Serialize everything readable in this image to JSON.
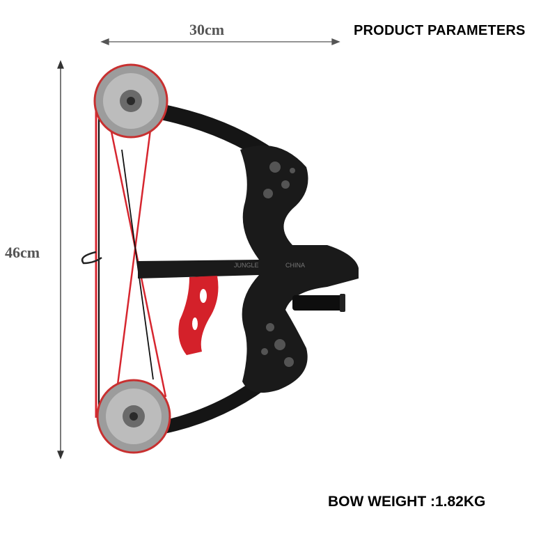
{
  "heading": "PRODUCT PARAMETERS",
  "dimensions": {
    "width": "30cm",
    "height": "46cm"
  },
  "bow_weight": "BOW WEIGHT :1.82KG",
  "engravings": {
    "brand": "JUNGLE",
    "country": "CHINA"
  },
  "colors": {
    "background": "#ffffff",
    "riser": "#1a1a1a",
    "limb": "#151515",
    "grip": "#d4212a",
    "string_red": "#d6262f",
    "cam": "#9c9c9c",
    "dimension_line": "#555555"
  }
}
